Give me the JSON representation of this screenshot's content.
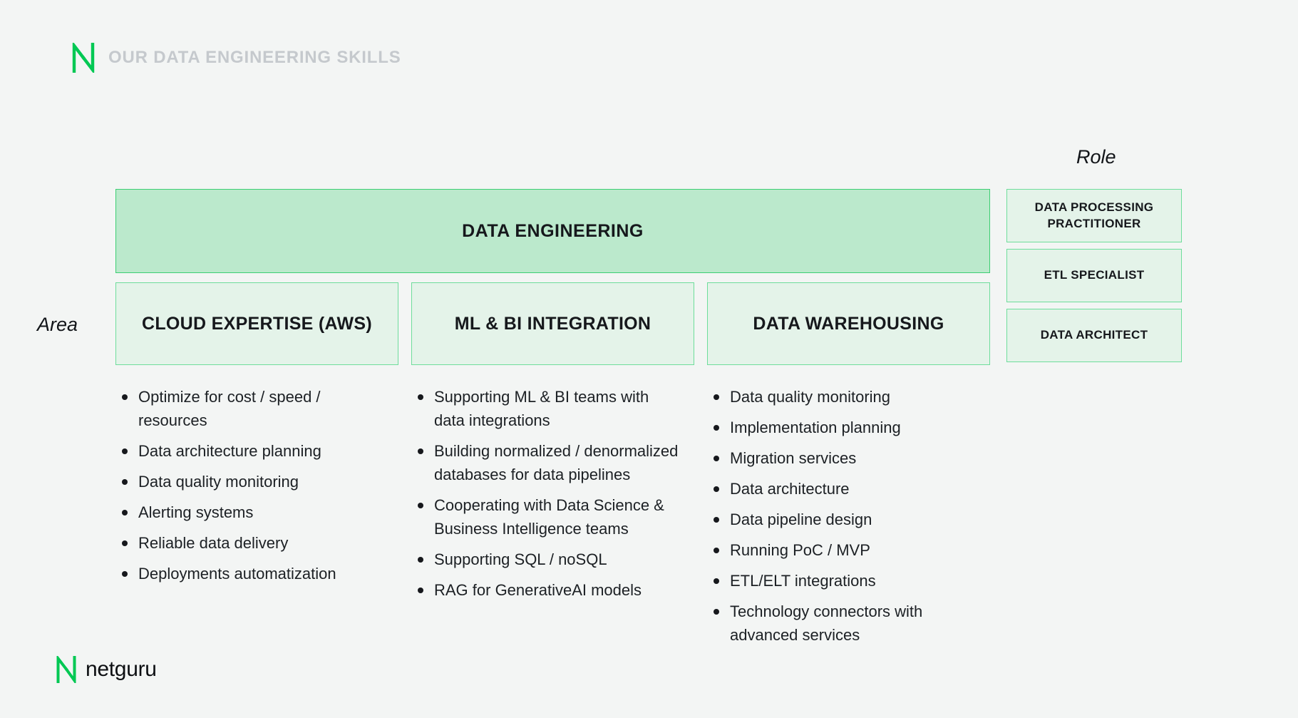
{
  "header": {
    "logo_icon": "netguru-n-logo-icon",
    "title": "OUR DATA ENGINEERING SKILLS",
    "title_color": "#c5c9cd"
  },
  "labels": {
    "area": "Area",
    "role": "Role"
  },
  "banner": {
    "text": "DATA ENGINEERING",
    "fill": "#bbe9cc",
    "border": "#3ccf72"
  },
  "areas": [
    {
      "title": "CLOUD EXPERTISE (AWS)",
      "bullets": [
        "Optimize for cost / speed / resources",
        "Data architecture planning",
        "Data quality monitoring",
        "Alerting systems",
        "Reliable data delivery",
        "Deployments automatization"
      ]
    },
    {
      "title": "ML & BI INTEGRATION",
      "bullets": [
        "Supporting ML & BI teams with data integrations",
        "Building normalized / denormalized databases for data pipelines",
        "Cooperating with Data Science & Business Intelligence teams",
        "Supporting SQL / noSQL",
        "RAG for GenerativeAI models"
      ]
    },
    {
      "title": "DATA WAREHOUSING",
      "bullets": [
        "Data quality monitoring",
        "Implementation planning",
        "Migration services",
        "Data architecture",
        "Data pipeline design",
        "Running PoC / MVP",
        "ETL/ELT integrations",
        "Technology connectors with advanced services"
      ]
    }
  ],
  "roles": [
    "DATA PROCESSING PRACTITIONER",
    "ETL SPECIALIST",
    "DATA ARCHITECT"
  ],
  "box_style": {
    "area_fill": "#e4f3e9",
    "area_border": "#6edd9b"
  },
  "footer": {
    "logo_icon": "netguru-n-logo-icon",
    "wordmark": "netguru",
    "accent": "#00c853"
  },
  "page": {
    "background": "#f3f5f4"
  }
}
